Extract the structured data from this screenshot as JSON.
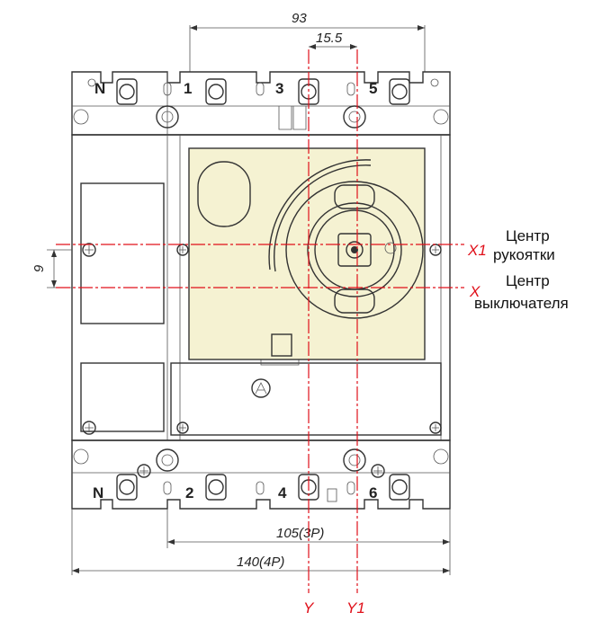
{
  "dimensions": {
    "width_93": "93",
    "offset_15_5": "15.5",
    "width_105": "105(3P)",
    "width_140": "140(4P)",
    "offset_9": "9"
  },
  "terminals": {
    "top": [
      "N",
      "1",
      "3",
      "5"
    ],
    "bottom": [
      "N",
      "2",
      "4",
      "6"
    ]
  },
  "axes": {
    "x1": "X1",
    "x": "X",
    "y": "Y",
    "y1": "Y1"
  },
  "notes": {
    "handle_center_line1": "Центр",
    "handle_center_line2": "рукоятки",
    "breaker_center_line1": "Центр",
    "breaker_center_line2": "выключателя"
  },
  "colors": {
    "panel": "#f5f2d2",
    "centerline": "#e0101a",
    "outline": "#333333"
  }
}
